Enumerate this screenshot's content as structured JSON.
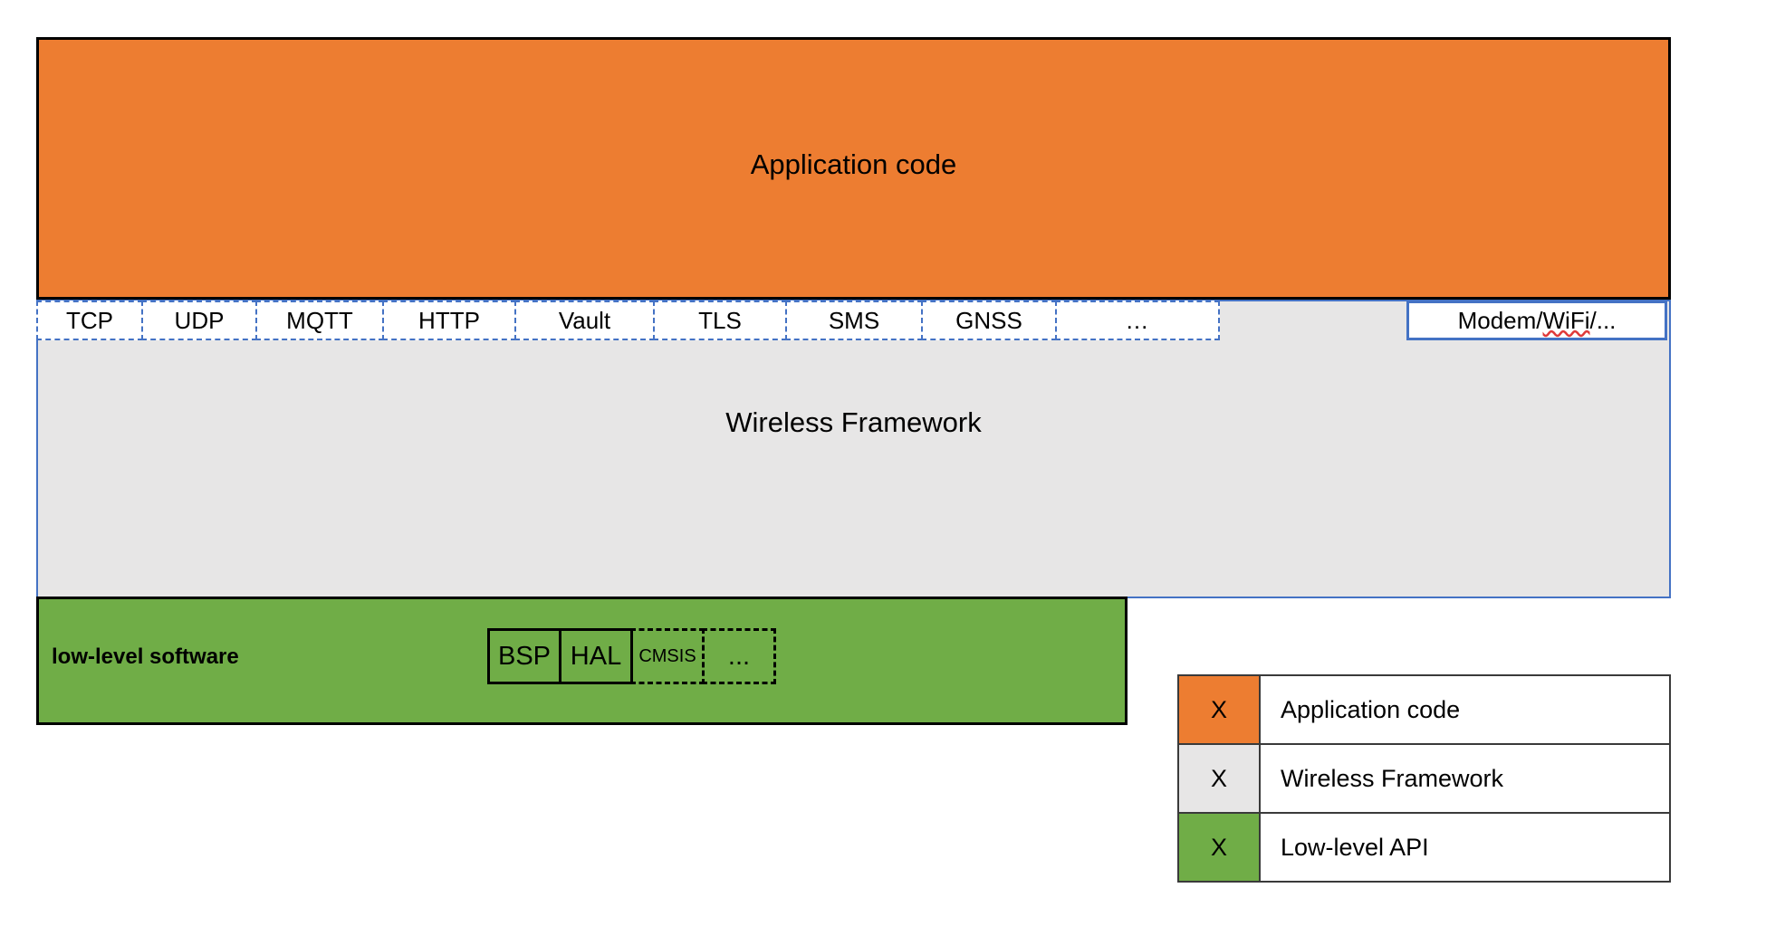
{
  "diagram": {
    "application_layer": {
      "label": "Application code",
      "color": "#ED7D31"
    },
    "wireless_framework": {
      "label": "Wireless Framework",
      "color": "#E7E6E6",
      "border_color": "#4472C4"
    },
    "protocol_chips": [
      {
        "label": "TCP",
        "width": 118,
        "style": "dashed"
      },
      {
        "label": "UDP",
        "width": 128,
        "style": "dashed"
      },
      {
        "label": "MQTT",
        "width": 142,
        "style": "dashed"
      },
      {
        "label": "HTTP",
        "width": 148,
        "style": "dashed"
      },
      {
        "label": "Vault",
        "width": 155,
        "style": "dashed"
      },
      {
        "label": "TLS",
        "width": 148,
        "style": "dashed"
      },
      {
        "label": "SMS",
        "width": 152,
        "style": "dashed"
      },
      {
        "label": "GNSS",
        "width": 150,
        "style": "dashed"
      },
      {
        "label": "...",
        "width": 182,
        "style": "dashed"
      }
    ],
    "modem_box": {
      "prefix": "Modem/",
      "misspelled": "WiFi",
      "suffix": "/...",
      "full_label": "Modem/WiFi/..."
    },
    "low_level": {
      "title": "low-level software",
      "color": "#70AD47",
      "cells": [
        {
          "label": "BSP",
          "style": "solid",
          "width": 82,
          "size": "normal"
        },
        {
          "label": "HAL",
          "style": "solid",
          "width": 82,
          "size": "normal"
        },
        {
          "label": "CMSIS",
          "style": "dashed",
          "width": 82,
          "size": "small"
        },
        {
          "label": "...",
          "style": "dashed",
          "width": 82,
          "size": "normal"
        }
      ]
    }
  },
  "legend": {
    "marker": "X",
    "rows": [
      {
        "marker": "X",
        "label": "Application code",
        "color": "#ED7D31"
      },
      {
        "marker": "X",
        "label": "Wireless Framework",
        "color": "#E7E6E6"
      },
      {
        "marker": "X",
        "label": "Low-level API",
        "color": "#70AD47"
      }
    ]
  }
}
